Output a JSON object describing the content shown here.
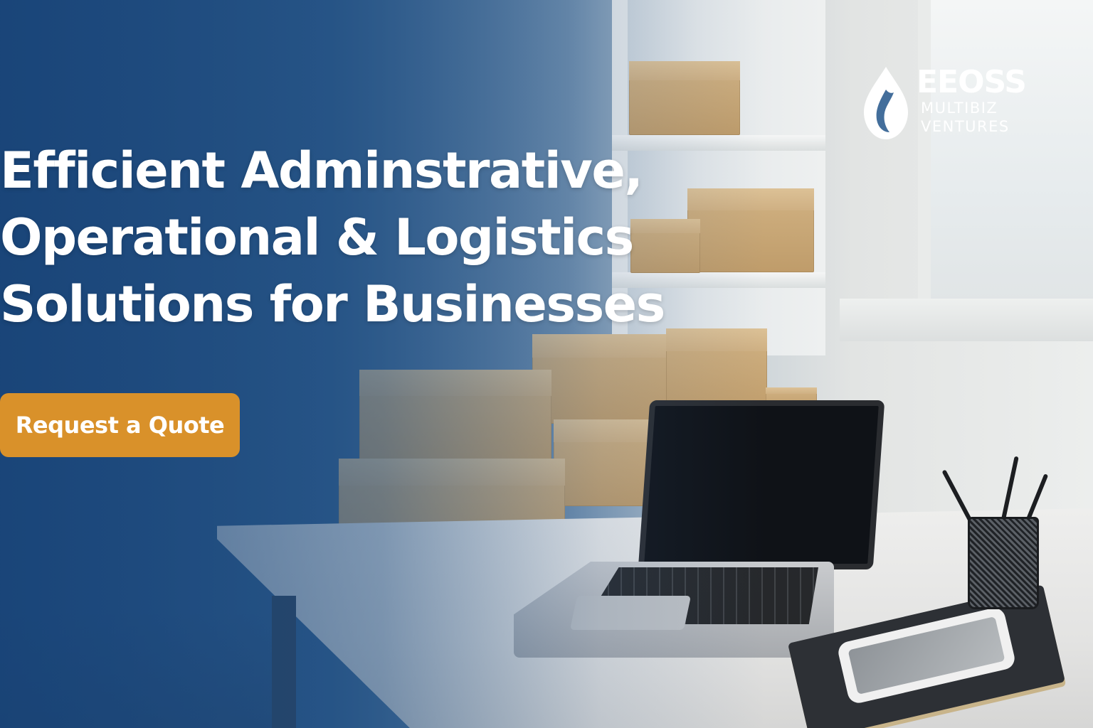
{
  "hero": {
    "headline_lines": [
      "Efficient Adminstrative,",
      "Operational & Logistics",
      "Solutions for Businesses"
    ],
    "cta_label": "Request a Quote"
  },
  "logo": {
    "name": "EEOSS",
    "line1": "MULTIBIZ",
    "line2": "VENTURES"
  },
  "colors": {
    "brand_blue": "#20497c",
    "cta_orange": "#d9912a",
    "text": "#ffffff"
  },
  "icons": {
    "logo_mark": "droplet-leaf-icon"
  }
}
